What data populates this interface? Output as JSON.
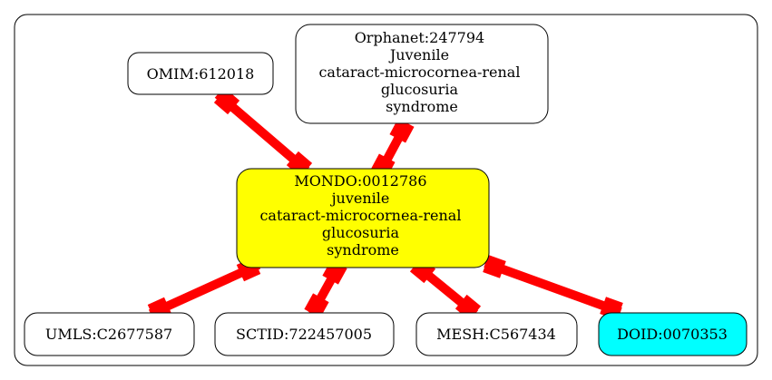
{
  "colors": {
    "edge": "#ff0000",
    "border": "#000000",
    "center_fill": "#ffff00",
    "highlight_fill": "#00ffff",
    "default_fill": "#ffffff"
  },
  "nodes": {
    "center": {
      "lines": [
        "MONDO:0012786",
        "juvenile",
        "cataract-microcornea-renal",
        "glucosuria",
        "syndrome"
      ]
    },
    "omim": {
      "lines": [
        "OMIM:612018"
      ]
    },
    "orphanet": {
      "lines": [
        "Orphanet:247794",
        "Juvenile",
        "cataract-microcornea-renal",
        "glucosuria",
        "syndrome"
      ]
    },
    "umls": {
      "lines": [
        "UMLS:C2677587"
      ]
    },
    "sctid": {
      "lines": [
        "SCTID:722457005"
      ]
    },
    "mesh": {
      "lines": [
        "MESH:C567434"
      ]
    },
    "doid": {
      "lines": [
        "DOID:0070353"
      ]
    }
  }
}
